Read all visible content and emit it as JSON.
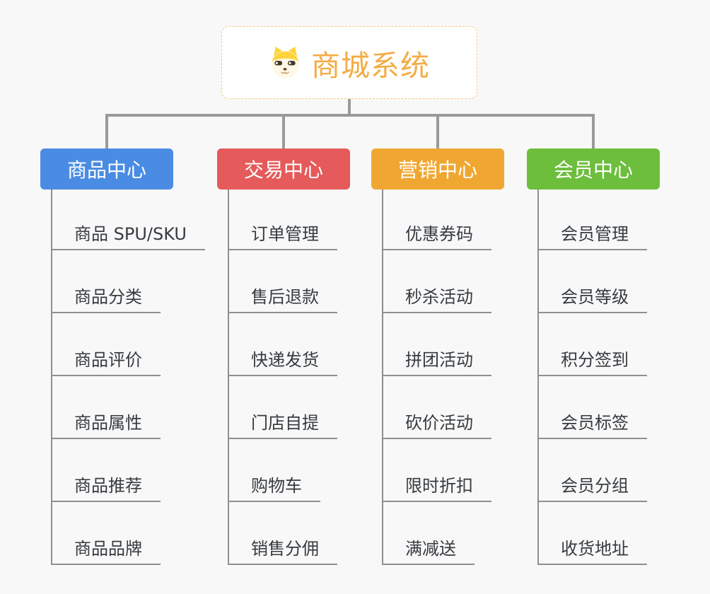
{
  "background": "#F8F8F8",
  "connector_color": "#9A9A9A",
  "root": {
    "title": "商城系统",
    "icon": "dog-face-icon",
    "title_color": "#F3AC44",
    "border_color": "#F5C87E",
    "fill": "#FFFFFF"
  },
  "branches": [
    {
      "label": "商品中心",
      "color": "#4A8CE4",
      "children": [
        "商品 SPU/SKU",
        "商品分类",
        "商品评价",
        "商品属性",
        "商品推荐",
        "商品品牌"
      ]
    },
    {
      "label": "交易中心",
      "color": "#E55A5A",
      "children": [
        "订单管理",
        "售后退款",
        "快递发货",
        "门店自提",
        "购物车",
        "销售分佣"
      ]
    },
    {
      "label": "营销中心",
      "color": "#F0A732",
      "children": [
        "优惠券码",
        "秒杀活动",
        "拼团活动",
        "砍价活动",
        "限时折扣",
        "满减送"
      ]
    },
    {
      "label": "会员中心",
      "color": "#6CBE3C",
      "children": [
        "会员管理",
        "会员等级",
        "积分签到",
        "会员标签",
        "会员分组",
        "收货地址"
      ]
    }
  ],
  "leaf_style": {
    "text_color": "#363B40",
    "line_color": "#8F8F8F"
  }
}
